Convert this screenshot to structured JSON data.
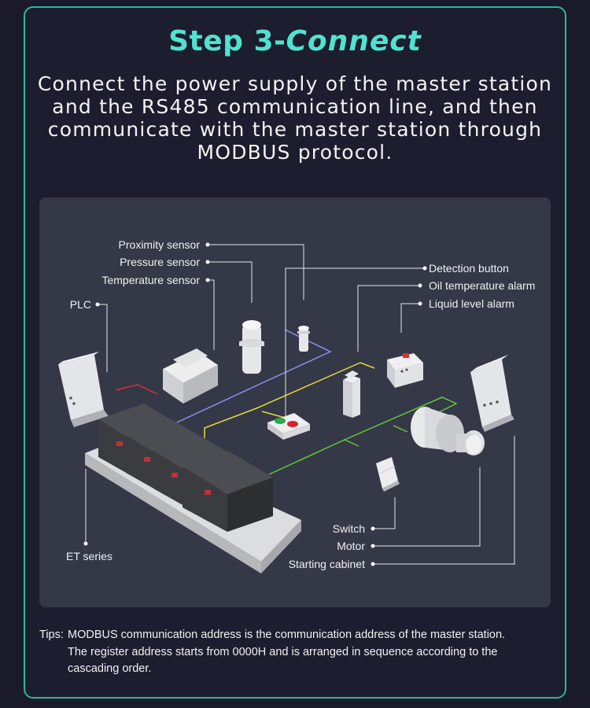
{
  "header": {
    "title_prefix": "Step 3-",
    "title_accent": "Connect",
    "description_lines": [
      "Connect the power supply of the master station",
      "and the RS485 communication line, and then",
      "communicate with the master station through",
      "MODBUS protocol."
    ]
  },
  "diagram": {
    "labels": {
      "proximity_sensor": "Proximity sensor",
      "pressure_sensor": "Pressure sensor",
      "temperature_sensor": "Temperature sensor",
      "plc": "PLC",
      "detection_button": "Detection button",
      "oil_temperature_alarm": "Oil temperature alarm",
      "liquid_level_alarm": "Liquid level alarm",
      "switch": "Switch",
      "motor": "Motor",
      "starting_cabinet": "Starting cabinet",
      "et_series": "ET series"
    },
    "line_colors": {
      "blue": "#8f8ff2",
      "yellow": "#e6dc3c",
      "green": "#64c83c",
      "red": "#e0303c"
    }
  },
  "tips": {
    "prefix": "Tips:",
    "lines": [
      "MODBUS communication address is the communication address of the master station.",
      "The register address starts from 0000H and is arranged in sequence according to the",
      "cascading order."
    ]
  }
}
